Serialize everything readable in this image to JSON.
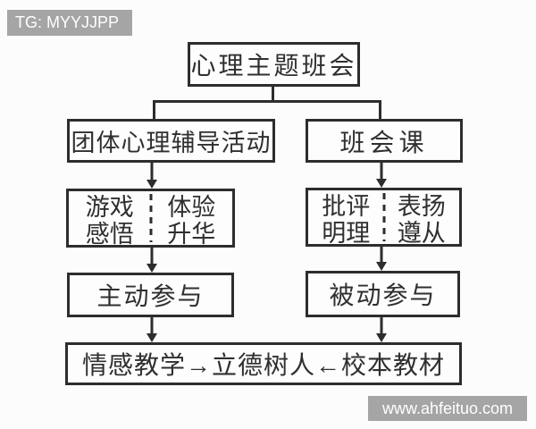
{
  "watermarks": {
    "tg_badge": "TG: MYYJJPP",
    "site_badge": "www.ahfeituo.com"
  },
  "colors": {
    "line": "#2d2d2d",
    "badge_background": "#a5a5a5",
    "badge_text": "#ffffff",
    "background": "#fcfcfc"
  },
  "flowchart": {
    "root": {
      "label": "心理主题班会"
    },
    "left_branch": {
      "activity": "团体心理辅导活动",
      "quadrant": {
        "tl": "游戏",
        "tr": "体验",
        "bl": "感悟",
        "br": "升华"
      },
      "participation": "主动参与"
    },
    "right_branch": {
      "activity": "班会课",
      "quadrant": {
        "tl": "批评",
        "tr": "表扬",
        "bl": "明理",
        "br": "遵从"
      },
      "participation": "被动参与"
    },
    "footer": {
      "label": "情感教学→立德树人←校本教材"
    }
  }
}
